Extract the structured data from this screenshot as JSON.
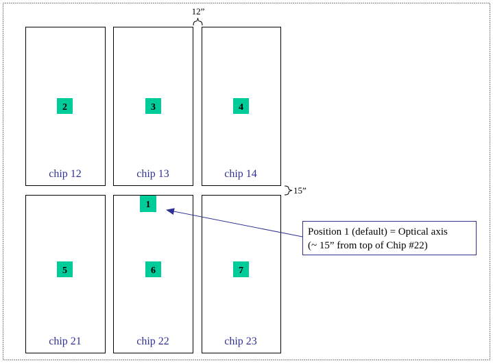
{
  "chips": [
    {
      "label": "chip 12",
      "position": "2"
    },
    {
      "label": "chip 13",
      "position": "3"
    },
    {
      "label": "chip 14",
      "position": "4"
    },
    {
      "label": "chip 21",
      "position": "5"
    },
    {
      "label": "chip 22",
      "position": "6"
    },
    {
      "label": "chip 23",
      "position": "7"
    }
  ],
  "default_position": "1",
  "gaps": {
    "horizontal": "12”",
    "vertical": "15”"
  },
  "callout": {
    "line1": "Position 1 (default) = Optical axis",
    "line2": "(~ 15” from top of Chip #22)"
  },
  "colors": {
    "marker_fill": "#00cc99",
    "chip_label": "#2e3192",
    "arrow": "#2e3192",
    "callout_border": "#2e3192",
    "outline": "#000000"
  }
}
